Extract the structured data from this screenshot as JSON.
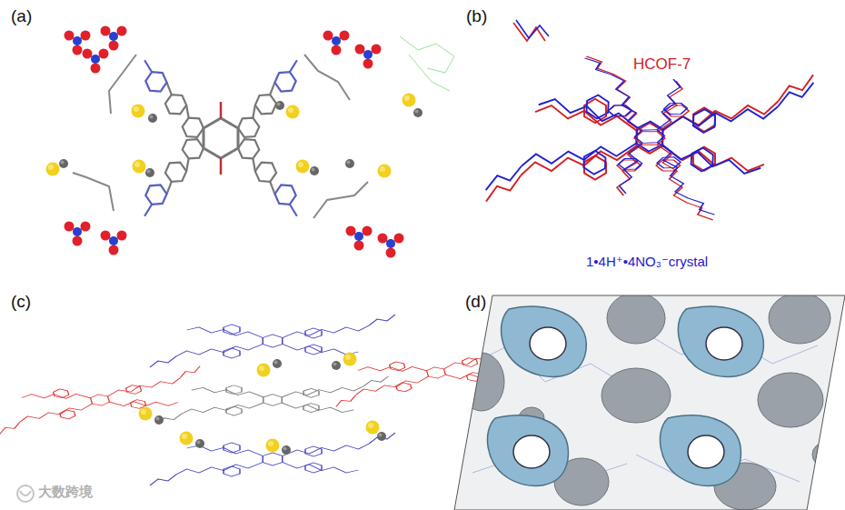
{
  "diagram": {
    "labels": [
      "(a)",
      "(b)",
      "(c)",
      "(d)",
      "HCOF-7",
      "1•4H⁺•4NO₃⁻crystal",
      "大数跨境"
    ]
  }
}
